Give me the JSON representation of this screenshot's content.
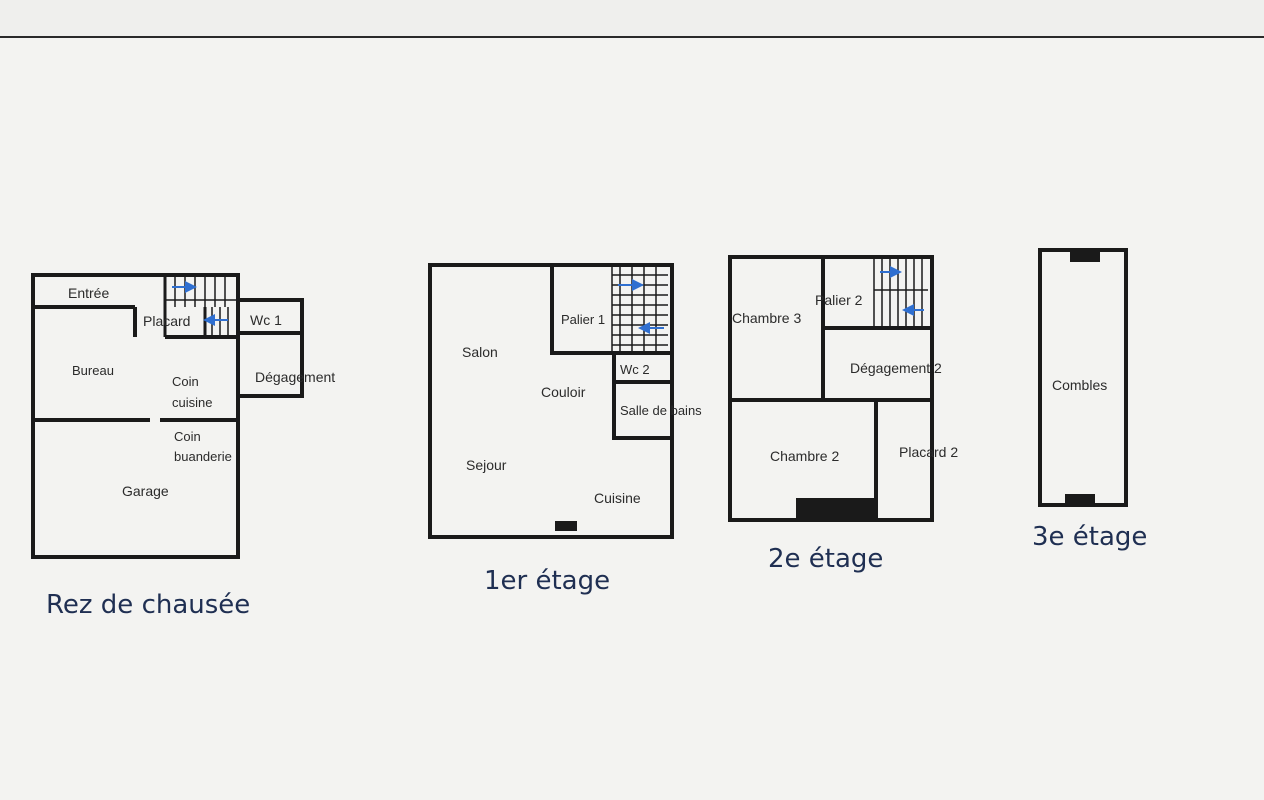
{
  "floors": [
    {
      "caption": "Rez de chausée",
      "rooms": {
        "entree": "Entrée",
        "placard": "Placard",
        "wc": "Wc 1",
        "bureau": "Bureau",
        "coin_cuisine_1": "Coin",
        "coin_cuisine_2": "cuisine",
        "degagement": "Dégagement",
        "coin_buanderie_1": "Coin",
        "coin_buanderie_2": "buanderie",
        "garage": "Garage"
      }
    },
    {
      "caption": "1er étage",
      "rooms": {
        "salon": "Salon",
        "palier": "Palier 1",
        "couloir": "Couloir",
        "wc": "Wc 2",
        "salle_de_bains": "Salle de bains",
        "sejour": "Sejour",
        "cuisine": "Cuisine"
      }
    },
    {
      "caption": "2e étage",
      "rooms": {
        "chambre_3": "Chambre 3",
        "palier": "Palier 2",
        "degagement": "Dégagement 2",
        "chambre_2": "Chambre 2",
        "placard": "Placard 2"
      }
    },
    {
      "caption": "3e étage",
      "rooms": {
        "combles": "Combles"
      }
    }
  ],
  "colors": {
    "wall": "#1a1a1a",
    "stair_arrow": "#2f6fd0",
    "caption": "#1f2f52"
  }
}
